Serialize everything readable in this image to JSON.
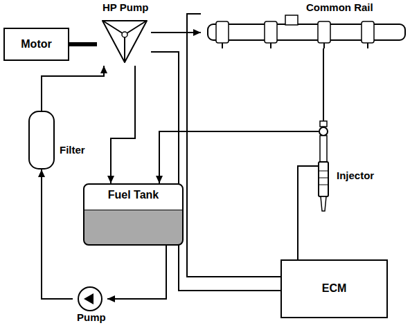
{
  "diagram": {
    "nodes": [
      {
        "text": [
          "Motor"
        ]
      },
      {
        "text": [
          "HP Pump"
        ]
      },
      {
        "text": [
          "Common Rail"
        ]
      },
      {
        "text": [
          "Filter"
        ]
      },
      {
        "text": [
          "Fuel Tank"
        ]
      },
      {
        "text": [
          "Injector"
        ]
      },
      {
        "text": [
          "ECM"
        ]
      },
      {
        "text": [
          "Pump"
        ]
      }
    ],
    "edges": [
      {
        "from": 0,
        "to": 1,
        "arrow": "none"
      },
      {
        "from": 1,
        "to": 2,
        "arrow": "to"
      },
      {
        "from": 7,
        "to": 3,
        "arrow": "to"
      },
      {
        "from": 3,
        "to": 1,
        "arrow": "to"
      },
      {
        "from": 4,
        "to": 7,
        "arrow": "to"
      },
      {
        "from": 1,
        "to": 4,
        "arrow": "to"
      },
      {
        "from": 5,
        "to": 4,
        "arrow": "to"
      },
      {
        "from": 2,
        "to": 5,
        "arrow": "none"
      },
      {
        "from": 6,
        "to": 5,
        "arrow": "none"
      },
      {
        "from": 6,
        "to": 2,
        "arrow": "none"
      },
      {
        "from": 6,
        "to": 1,
        "arrow": "none"
      }
    ]
  }
}
